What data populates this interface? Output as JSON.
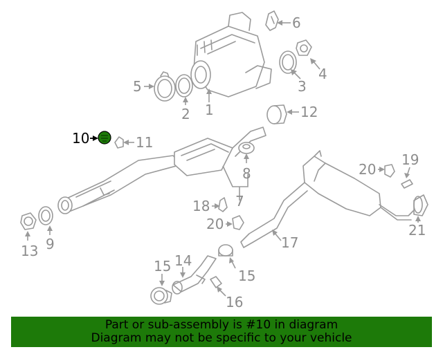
{
  "labels": {
    "l1": "1",
    "l2": "2",
    "l3": "3",
    "l4": "4",
    "l5": "5",
    "l6": "6",
    "l7": "7",
    "l8": "8",
    "l9": "9",
    "l10": "10",
    "l11": "11",
    "l12": "12",
    "l13": "13",
    "l14": "14",
    "l15a": "15",
    "l15b": "15",
    "l16": "16",
    "l17": "17",
    "l18": "18",
    "l19": "19",
    "l20a": "20",
    "l20b": "20",
    "l21": "21"
  },
  "highlight": {
    "part_number": "10",
    "color": "#1d7a09"
  },
  "banner": {
    "line1": "Part or sub-assembly is #10 in diagram",
    "line2": "Diagram may not be specific to your vehicle",
    "background": "#1d7a09"
  }
}
